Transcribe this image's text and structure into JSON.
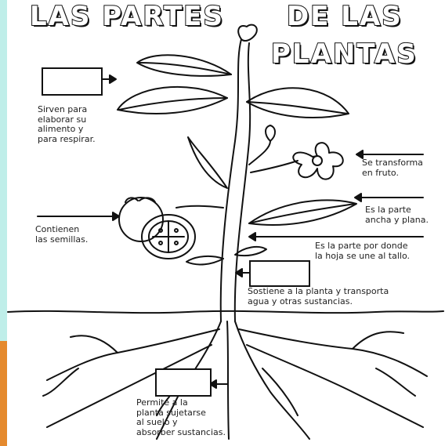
{
  "title": {
    "line1_left": "LAS PARTES",
    "line1_right": "DE LAS",
    "line2": "PLANTAS"
  },
  "labels": {
    "leaves": "Sirven para\nelaborar su\nalimento y\npara respirar.",
    "flower": "Se transforma\nen fruto.",
    "blade": "Es la parte\nancha y plana.",
    "fruit": "Contienen\nlas semillas.",
    "petiole": "Es la parte por donde\nla hoja se une al tallo.",
    "stem": "Sostiene a la planta y transporta\nagua y otras sustancias.",
    "roots": "Permite a la\nplanta sujetarse\nal suelo y\nabsorber sustancias."
  },
  "colors": {
    "left_stripe_top": "#bfeee9",
    "left_stripe_bottom": "#e58a2e"
  }
}
